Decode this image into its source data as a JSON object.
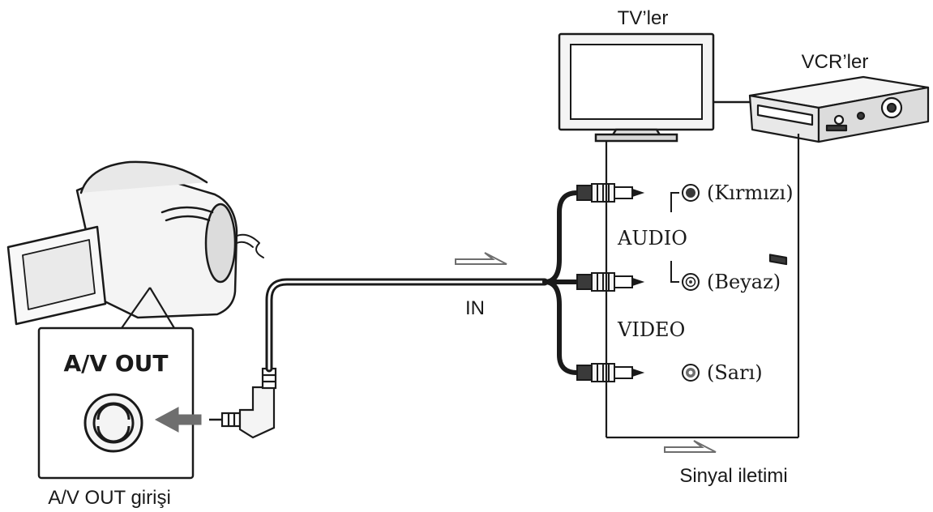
{
  "labels": {
    "tv": "TV’ler",
    "vcr": "VCR’ler",
    "in": "IN",
    "audio": "AUDIO",
    "video": "VIDEO",
    "red": "(Kırmızı)",
    "white": "(Beyaz)",
    "yellow": "(Sarı)",
    "signal_flow": "Sinyal iletimi",
    "av_out_jack_caption": "A/V OUT girişi",
    "av_out_panel_label": "A/V OUT"
  },
  "colors": {
    "line": "#1a1a1a",
    "light_fill": "#f2f2f2",
    "mid_fill": "#d9d9d9",
    "dark_fill": "#3a3a3a"
  },
  "icons": {
    "camcorder": "camcorder-icon",
    "tv": "tv-icon",
    "vcr": "vcr-icon",
    "signal_arrow": "signal-arrow-icon",
    "insert_arrow": "insert-arrow-icon"
  }
}
